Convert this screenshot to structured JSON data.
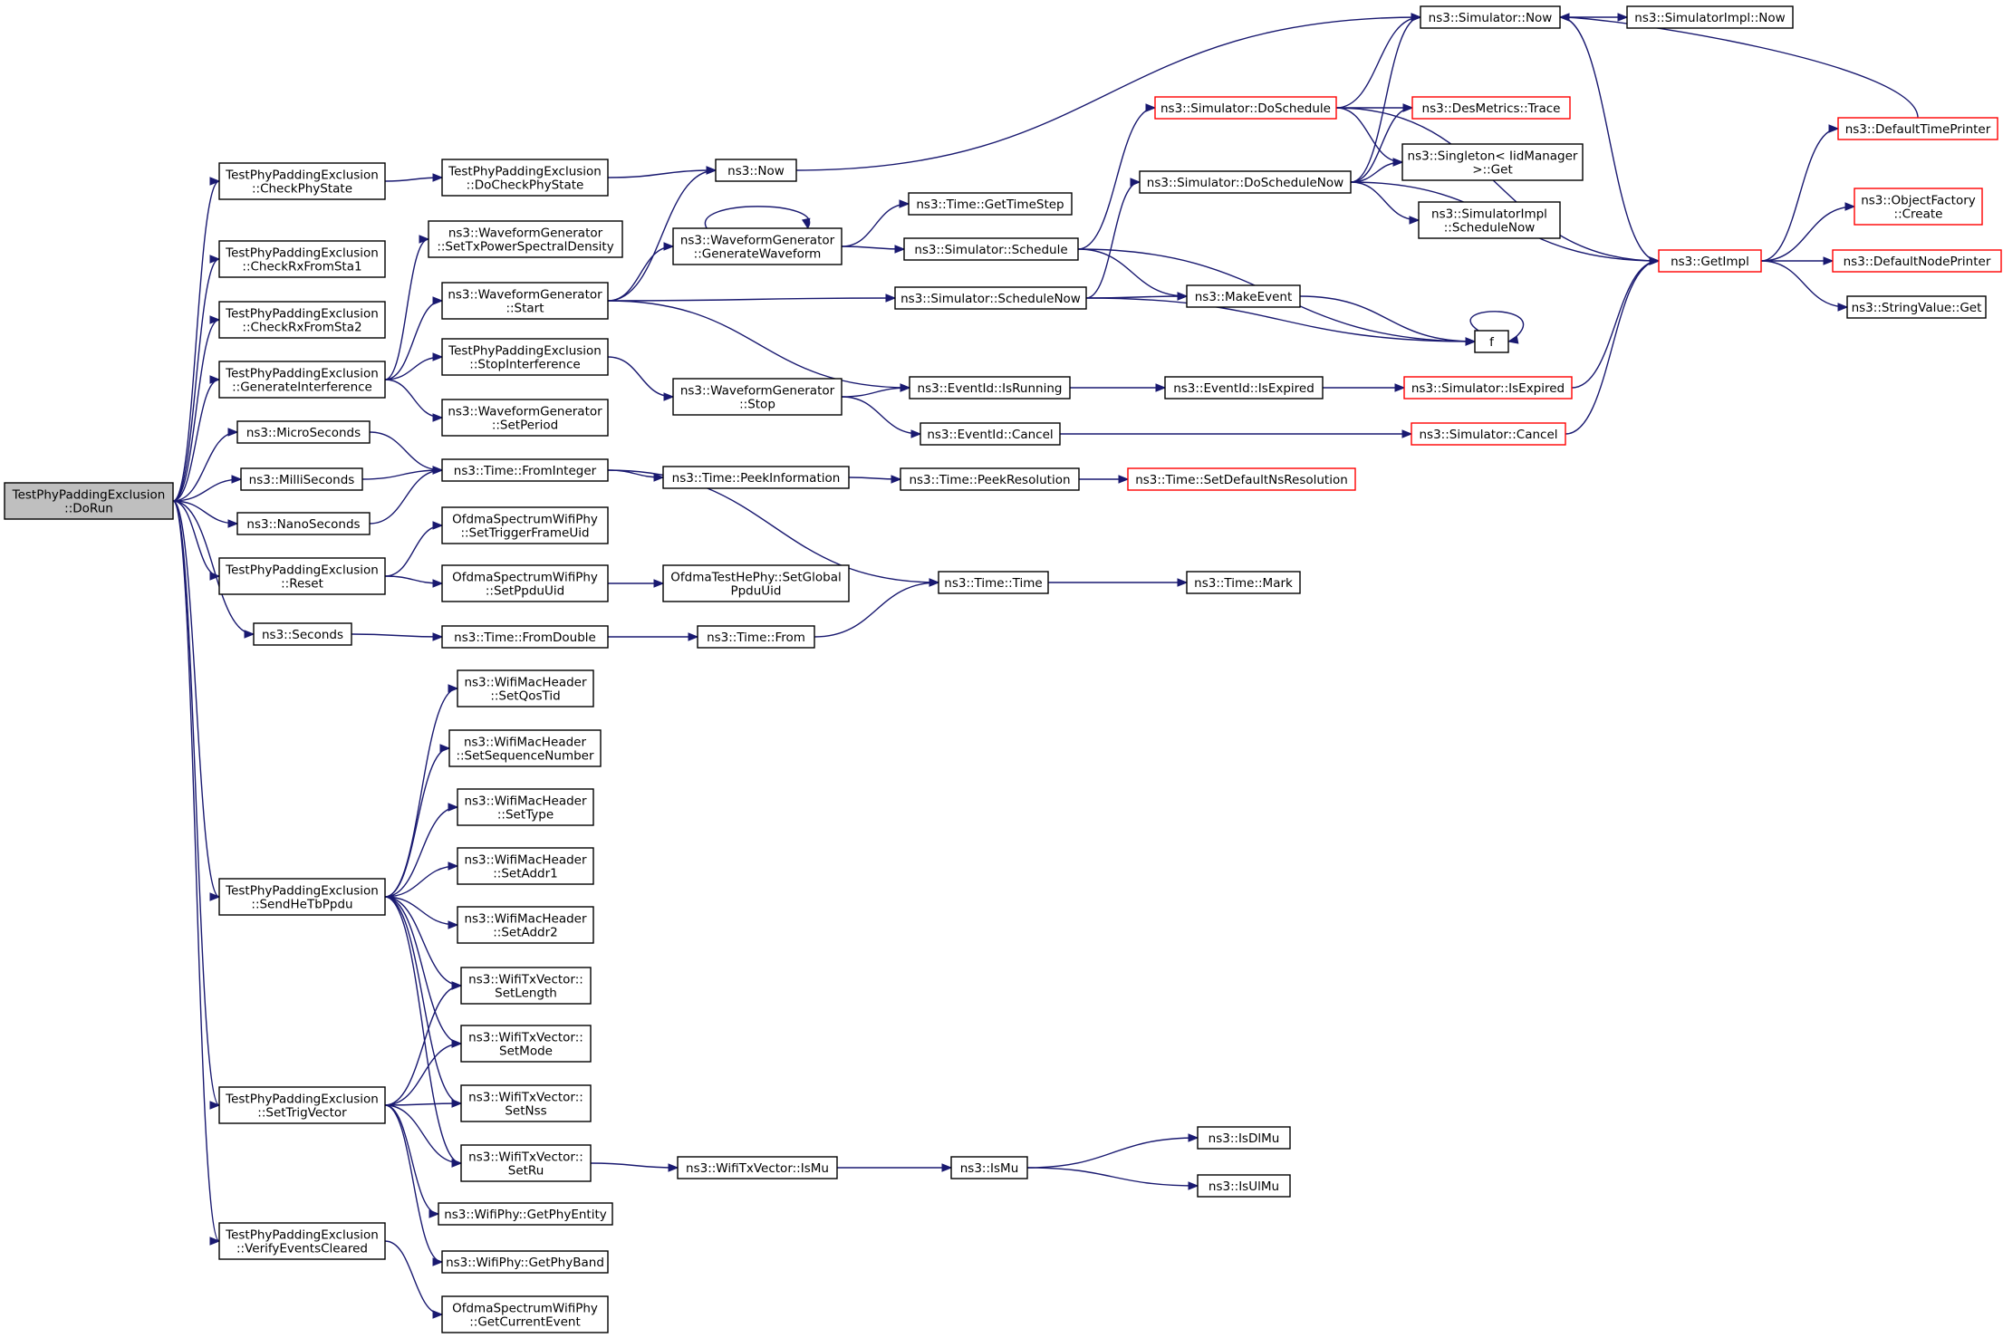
{
  "colors": {
    "edge": "#191970",
    "node_border": "#000000",
    "external_border": "#ff0000",
    "root_fill": "#bfbfbf"
  },
  "nodes": [
    {
      "id": "dorun",
      "lines": [
        "TestPhyPaddingExclusion",
        "::DoRun"
      ],
      "style": "root"
    },
    {
      "id": "checkphystate",
      "lines": [
        "TestPhyPaddingExclusion",
        "::CheckPhyState"
      ]
    },
    {
      "id": "docheckphystate",
      "lines": [
        "TestPhyPaddingExclusion",
        "::DoCheckPhyState"
      ]
    },
    {
      "id": "ns3now",
      "lines": [
        "ns3::Now"
      ]
    },
    {
      "id": "simnow",
      "lines": [
        "ns3::Simulator::Now"
      ]
    },
    {
      "id": "simimplnow",
      "lines": [
        "ns3::SimulatorImpl::Now"
      ]
    },
    {
      "id": "doschedule",
      "lines": [
        "ns3::Simulator::DoSchedule"
      ],
      "style": "ext"
    },
    {
      "id": "desmetrics",
      "lines": [
        "ns3::DesMetrics::Trace"
      ],
      "style": "ext"
    },
    {
      "id": "singleton",
      "lines": [
        "ns3::Singleton< IidManager",
        ">::Get"
      ]
    },
    {
      "id": "doschedulenow",
      "lines": [
        "ns3::Simulator::DoScheduleNow"
      ]
    },
    {
      "id": "simimplschednow",
      "lines": [
        "ns3::SimulatorImpl",
        "::ScheduleNow"
      ]
    },
    {
      "id": "defaulttimeprinter",
      "lines": [
        "ns3::DefaultTimePrinter"
      ],
      "style": "ext"
    },
    {
      "id": "objectfactory",
      "lines": [
        "ns3::ObjectFactory",
        "::Create"
      ],
      "style": "ext"
    },
    {
      "id": "getimpl",
      "lines": [
        "ns3::GetImpl"
      ],
      "style": "ext"
    },
    {
      "id": "defaultnodeprinter",
      "lines": [
        "ns3::DefaultNodePrinter"
      ],
      "style": "ext"
    },
    {
      "id": "stringvalueget",
      "lines": [
        "ns3::StringValue::Get"
      ]
    },
    {
      "id": "checkrx1",
      "lines": [
        "TestPhyPaddingExclusion",
        "::CheckRxFromSta1"
      ]
    },
    {
      "id": "checkrx2",
      "lines": [
        "TestPhyPaddingExclusion",
        "::CheckRxFromSta2"
      ]
    },
    {
      "id": "geninterf",
      "lines": [
        "TestPhyPaddingExclusion",
        "::GenerateInterference"
      ]
    },
    {
      "id": "settxpsd",
      "lines": [
        "ns3::WaveformGenerator",
        "::SetTxPowerSpectralDensity"
      ]
    },
    {
      "id": "wgstart",
      "lines": [
        "ns3::WaveformGenerator",
        "::Start"
      ]
    },
    {
      "id": "stopinterf",
      "lines": [
        "TestPhyPaddingExclusion",
        "::StopInterference"
      ]
    },
    {
      "id": "setperiod",
      "lines": [
        "ns3::WaveformGenerator",
        "::SetPeriod"
      ]
    },
    {
      "id": "genwaveform",
      "lines": [
        "ns3::WaveformGenerator",
        "::GenerateWaveform"
      ]
    },
    {
      "id": "gettimestep",
      "lines": [
        "ns3::Time::GetTimeStep"
      ]
    },
    {
      "id": "simschedule",
      "lines": [
        "ns3::Simulator::Schedule"
      ]
    },
    {
      "id": "simschednow",
      "lines": [
        "ns3::Simulator::ScheduleNow"
      ]
    },
    {
      "id": "makeevent",
      "lines": [
        "ns3::MakeEvent"
      ]
    },
    {
      "id": "f",
      "lines": [
        "f"
      ]
    },
    {
      "id": "wgstop",
      "lines": [
        "ns3::WaveformGenerator",
        "::Stop"
      ]
    },
    {
      "id": "isrunning",
      "lines": [
        "ns3::EventId::IsRunning"
      ]
    },
    {
      "id": "isexpired",
      "lines": [
        "ns3::EventId::IsExpired"
      ]
    },
    {
      "id": "simisexpired",
      "lines": [
        "ns3::Simulator::IsExpired"
      ],
      "style": "ext"
    },
    {
      "id": "eventcancel",
      "lines": [
        "ns3::EventId::Cancel"
      ]
    },
    {
      "id": "simcancel",
      "lines": [
        "ns3::Simulator::Cancel"
      ],
      "style": "ext"
    },
    {
      "id": "microseconds",
      "lines": [
        "ns3::MicroSeconds"
      ]
    },
    {
      "id": "milliseconds",
      "lines": [
        "ns3::MilliSeconds"
      ]
    },
    {
      "id": "nanoseconds",
      "lines": [
        "ns3::NanoSeconds"
      ]
    },
    {
      "id": "frominteger",
      "lines": [
        "ns3::Time::FromInteger"
      ]
    },
    {
      "id": "peekinfo",
      "lines": [
        "ns3::Time::PeekInformation"
      ]
    },
    {
      "id": "peekres",
      "lines": [
        "ns3::Time::PeekResolution"
      ]
    },
    {
      "id": "setdefaultns",
      "lines": [
        "ns3::Time::SetDefaultNsResolution"
      ],
      "style": "ext"
    },
    {
      "id": "reset",
      "lines": [
        "TestPhyPaddingExclusion",
        "::Reset"
      ]
    },
    {
      "id": "settrigger",
      "lines": [
        "OfdmaSpectrumWifiPhy",
        "::SetTriggerFrameUid"
      ]
    },
    {
      "id": "setppduuid",
      "lines": [
        "OfdmaSpectrumWifiPhy",
        "::SetPpduUid"
      ]
    },
    {
      "id": "setglobalppdu",
      "lines": [
        "OfdmaTestHePhy::SetGlobal",
        "PpduUid"
      ]
    },
    {
      "id": "timetime",
      "lines": [
        "ns3::Time::Time"
      ]
    },
    {
      "id": "timemark",
      "lines": [
        "ns3::Time::Mark"
      ]
    },
    {
      "id": "seconds",
      "lines": [
        "ns3::Seconds"
      ]
    },
    {
      "id": "fromdouble",
      "lines": [
        "ns3::Time::FromDouble"
      ]
    },
    {
      "id": "timefrom",
      "lines": [
        "ns3::Time::From"
      ]
    },
    {
      "id": "setqostid",
      "lines": [
        "ns3::WifiMacHeader",
        "::SetQosTid"
      ]
    },
    {
      "id": "setseqnum",
      "lines": [
        "ns3::WifiMacHeader",
        "::SetSequenceNumber"
      ]
    },
    {
      "id": "settype",
      "lines": [
        "ns3::WifiMacHeader",
        "::SetType"
      ]
    },
    {
      "id": "setaddr1",
      "lines": [
        "ns3::WifiMacHeader",
        "::SetAddr1"
      ]
    },
    {
      "id": "setaddr2",
      "lines": [
        "ns3::WifiMacHeader",
        "::SetAddr2"
      ]
    },
    {
      "id": "sendhetb",
      "lines": [
        "TestPhyPaddingExclusion",
        "::SendHeTbPpdu"
      ]
    },
    {
      "id": "setlength",
      "lines": [
        "ns3::WifiTxVector::",
        "SetLength"
      ]
    },
    {
      "id": "setmode",
      "lines": [
        "ns3::WifiTxVector::",
        "SetMode"
      ]
    },
    {
      "id": "setnss",
      "lines": [
        "ns3::WifiTxVector::",
        "SetNss"
      ]
    },
    {
      "id": "setru",
      "lines": [
        "ns3::WifiTxVector::",
        "SetRu"
      ]
    },
    {
      "id": "txismu",
      "lines": [
        "ns3::WifiTxVector::IsMu"
      ]
    },
    {
      "id": "ismu",
      "lines": [
        "ns3::IsMu"
      ]
    },
    {
      "id": "isdlmu",
      "lines": [
        "ns3::IsDlMu"
      ]
    },
    {
      "id": "isulmu",
      "lines": [
        "ns3::IsUlMu"
      ]
    },
    {
      "id": "settrigvector",
      "lines": [
        "TestPhyPaddingExclusion",
        "::SetTrigVector"
      ]
    },
    {
      "id": "getphyentity",
      "lines": [
        "ns3::WifiPhy::GetPhyEntity"
      ]
    },
    {
      "id": "getphyband",
      "lines": [
        "ns3::WifiPhy::GetPhyBand"
      ]
    },
    {
      "id": "verifyevents",
      "lines": [
        "TestPhyPaddingExclusion",
        "::VerifyEventsCleared"
      ]
    },
    {
      "id": "getcurrentevent",
      "lines": [
        "OfdmaSpectrumWifiPhy",
        "::GetCurrentEvent"
      ]
    }
  ],
  "edges": [
    [
      "dorun",
      "checkphystate"
    ],
    [
      "dorun",
      "checkrx1"
    ],
    [
      "dorun",
      "checkrx2"
    ],
    [
      "dorun",
      "geninterf"
    ],
    [
      "dorun",
      "microseconds"
    ],
    [
      "dorun",
      "milliseconds"
    ],
    [
      "dorun",
      "nanoseconds"
    ],
    [
      "dorun",
      "reset"
    ],
    [
      "dorun",
      "seconds"
    ],
    [
      "dorun",
      "sendhetb"
    ],
    [
      "dorun",
      "settrigvector"
    ],
    [
      "dorun",
      "verifyevents"
    ],
    [
      "checkphystate",
      "docheckphystate"
    ],
    [
      "docheckphystate",
      "ns3now"
    ],
    [
      "ns3now",
      "simnow"
    ],
    [
      "simnow",
      "simimplnow"
    ],
    [
      "simnow",
      "getimpl"
    ],
    [
      "doschedule",
      "simnow"
    ],
    [
      "doschedule",
      "desmetrics"
    ],
    [
      "doschedule",
      "singleton"
    ],
    [
      "doschedule",
      "getimpl"
    ],
    [
      "doschedulenow",
      "simnow"
    ],
    [
      "doschedulenow",
      "desmetrics"
    ],
    [
      "doschedulenow",
      "singleton"
    ],
    [
      "doschedulenow",
      "simimplschednow"
    ],
    [
      "doschedulenow",
      "getimpl"
    ],
    [
      "getimpl",
      "defaulttimeprinter"
    ],
    [
      "getimpl",
      "objectfactory"
    ],
    [
      "getimpl",
      "defaultnodeprinter"
    ],
    [
      "getimpl",
      "stringvalueget"
    ],
    [
      "defaulttimeprinter",
      "simnow"
    ],
    [
      "geninterf",
      "settxpsd"
    ],
    [
      "geninterf",
      "wgstart"
    ],
    [
      "geninterf",
      "stopinterf"
    ],
    [
      "geninterf",
      "setperiod"
    ],
    [
      "wgstart",
      "ns3now"
    ],
    [
      "wgstart",
      "genwaveform"
    ],
    [
      "wgstart",
      "simschednow"
    ],
    [
      "wgstart",
      "isrunning"
    ],
    [
      "genwaveform",
      "genwaveform"
    ],
    [
      "genwaveform",
      "gettimestep"
    ],
    [
      "genwaveform",
      "simschedule"
    ],
    [
      "simschedule",
      "doschedule"
    ],
    [
      "simschedule",
      "makeevent"
    ],
    [
      "simschedule",
      "f"
    ],
    [
      "simschednow",
      "doschedulenow"
    ],
    [
      "simschednow",
      "makeevent"
    ],
    [
      "simschednow",
      "f"
    ],
    [
      "makeevent",
      "f"
    ],
    [
      "f",
      "f"
    ],
    [
      "stopinterf",
      "wgstop"
    ],
    [
      "wgstop",
      "isrunning"
    ],
    [
      "wgstop",
      "eventcancel"
    ],
    [
      "isrunning",
      "isexpired"
    ],
    [
      "isexpired",
      "simisexpired"
    ],
    [
      "simisexpired",
      "getimpl"
    ],
    [
      "eventcancel",
      "simcancel"
    ],
    [
      "simcancel",
      "getimpl"
    ],
    [
      "microseconds",
      "frominteger"
    ],
    [
      "milliseconds",
      "frominteger"
    ],
    [
      "nanoseconds",
      "frominteger"
    ],
    [
      "frominteger",
      "peekinfo"
    ],
    [
      "frominteger",
      "timetime"
    ],
    [
      "peekinfo",
      "peekres"
    ],
    [
      "peekres",
      "setdefaultns"
    ],
    [
      "reset",
      "settrigger"
    ],
    [
      "reset",
      "setppduuid"
    ],
    [
      "setppduuid",
      "setglobalppdu"
    ],
    [
      "timetime",
      "timemark"
    ],
    [
      "seconds",
      "fromdouble"
    ],
    [
      "fromdouble",
      "timefrom"
    ],
    [
      "timefrom",
      "timetime"
    ],
    [
      "sendhetb",
      "setqostid"
    ],
    [
      "sendhetb",
      "setseqnum"
    ],
    [
      "sendhetb",
      "settype"
    ],
    [
      "sendhetb",
      "setaddr1"
    ],
    [
      "sendhetb",
      "setaddr2"
    ],
    [
      "sendhetb",
      "setlength"
    ],
    [
      "sendhetb",
      "setmode"
    ],
    [
      "sendhetb",
      "setnss"
    ],
    [
      "sendhetb",
      "setru"
    ],
    [
      "setru",
      "txismu"
    ],
    [
      "txismu",
      "ismu"
    ],
    [
      "ismu",
      "isdlmu"
    ],
    [
      "ismu",
      "isulmu"
    ],
    [
      "settrigvector",
      "setlength"
    ],
    [
      "settrigvector",
      "setmode"
    ],
    [
      "settrigvector",
      "setnss"
    ],
    [
      "settrigvector",
      "setru"
    ],
    [
      "settrigvector",
      "getphyentity"
    ],
    [
      "settrigvector",
      "getphyband"
    ],
    [
      "verifyevents",
      "getcurrentevent"
    ]
  ]
}
